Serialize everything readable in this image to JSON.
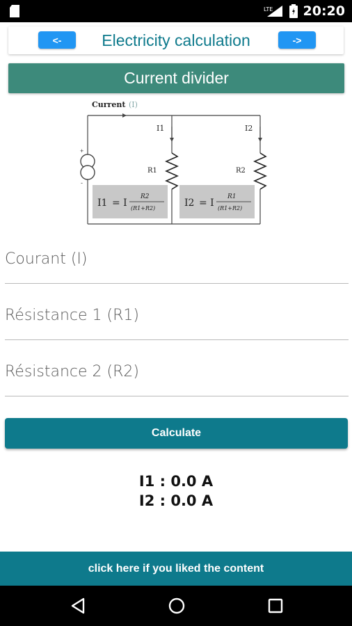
{
  "status_bar": {
    "network_label": "LTE",
    "time": "20:20"
  },
  "header": {
    "prev_label": "<-",
    "title": "Electricity calculation",
    "next_label": "->"
  },
  "section": {
    "title": "Current divider"
  },
  "diagram": {
    "current_label": "Current",
    "current_symbol": "(I)",
    "i1_label": "I1",
    "i2_label": "I2",
    "r1_label": "R1",
    "r2_label": "R2",
    "source_plus": "+",
    "source_minus": "-",
    "formula1": {
      "lhs": "I1",
      "eq": "= I",
      "numerator": "R2",
      "denominator": "(R1+R2)"
    },
    "formula2": {
      "lhs": "I2",
      "eq": "= I",
      "numerator": "R1",
      "denominator": "(R1+R2)"
    }
  },
  "form": {
    "current_placeholder": "Courant (I)",
    "r1_placeholder": "Résistance 1 (R1)",
    "r2_placeholder": "Résistance 2 (R2)"
  },
  "calculate_label": "Calculate",
  "results": {
    "i1": "I1 : 0.0 A",
    "i2": "I2 : 0.0 A"
  },
  "like_label": "click here if you liked the content",
  "colors": {
    "teal": "#0E7A8C",
    "section_green": "#3D8A7B",
    "nav_blue": "#2196F3"
  }
}
